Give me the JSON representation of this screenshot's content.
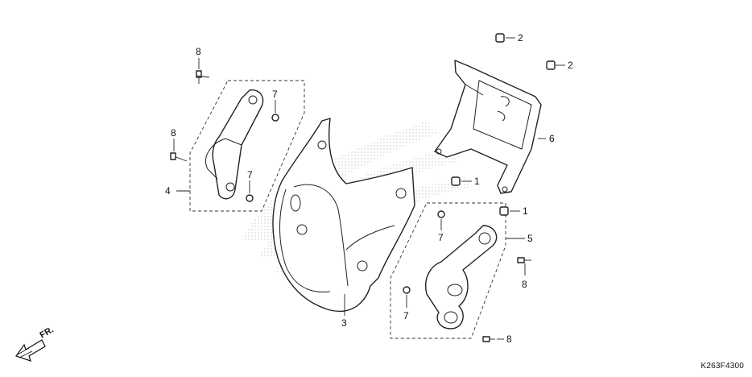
{
  "diagram": {
    "ref_code": "K263F4300",
    "direction_label": "FR.",
    "callouts": [
      {
        "id": "c2a",
        "label": "2"
      },
      {
        "id": "c2b",
        "label": "2"
      },
      {
        "id": "c8a",
        "label": "8"
      },
      {
        "id": "c7a",
        "label": "7"
      },
      {
        "id": "c8b",
        "label": "8"
      },
      {
        "id": "c6",
        "label": "6"
      },
      {
        "id": "c7b",
        "label": "7"
      },
      {
        "id": "c4",
        "label": "4"
      },
      {
        "id": "c1a",
        "label": "1"
      },
      {
        "id": "c1b",
        "label": "1"
      },
      {
        "id": "c5",
        "label": "5"
      },
      {
        "id": "c7c",
        "label": "7"
      },
      {
        "id": "c8c",
        "label": "8"
      },
      {
        "id": "c7d",
        "label": "7"
      },
      {
        "id": "c3",
        "label": "3"
      },
      {
        "id": "c8d",
        "label": "8"
      }
    ]
  }
}
